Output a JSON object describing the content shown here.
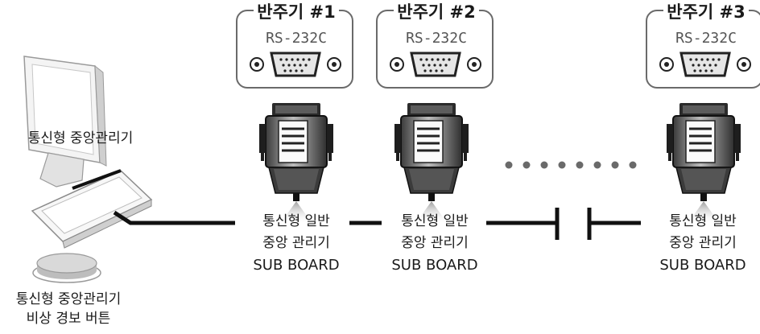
{
  "central": {
    "pc_label": "통신형 중앙관리기",
    "button_label_1": "통신형 중앙관리기",
    "button_label_2": "비상 경보 버튼"
  },
  "repeaters": [
    {
      "title": "반주기 #1",
      "port": "RS-232C"
    },
    {
      "title": "반주기 #2",
      "port": "RS-232C"
    },
    {
      "title": "반주기 #3",
      "port": "RS-232C"
    }
  ],
  "boards": [
    {
      "line1": "통신형 일반",
      "line2": "중앙 관리기",
      "line3": "SUB BOARD"
    },
    {
      "line1": "통신형 일반",
      "line2": "중앙 관리기",
      "line3": "SUB BOARD"
    },
    {
      "line1": "통신형 일반",
      "line2": "중앙 관리기",
      "line3": "SUB BOARD"
    }
  ]
}
